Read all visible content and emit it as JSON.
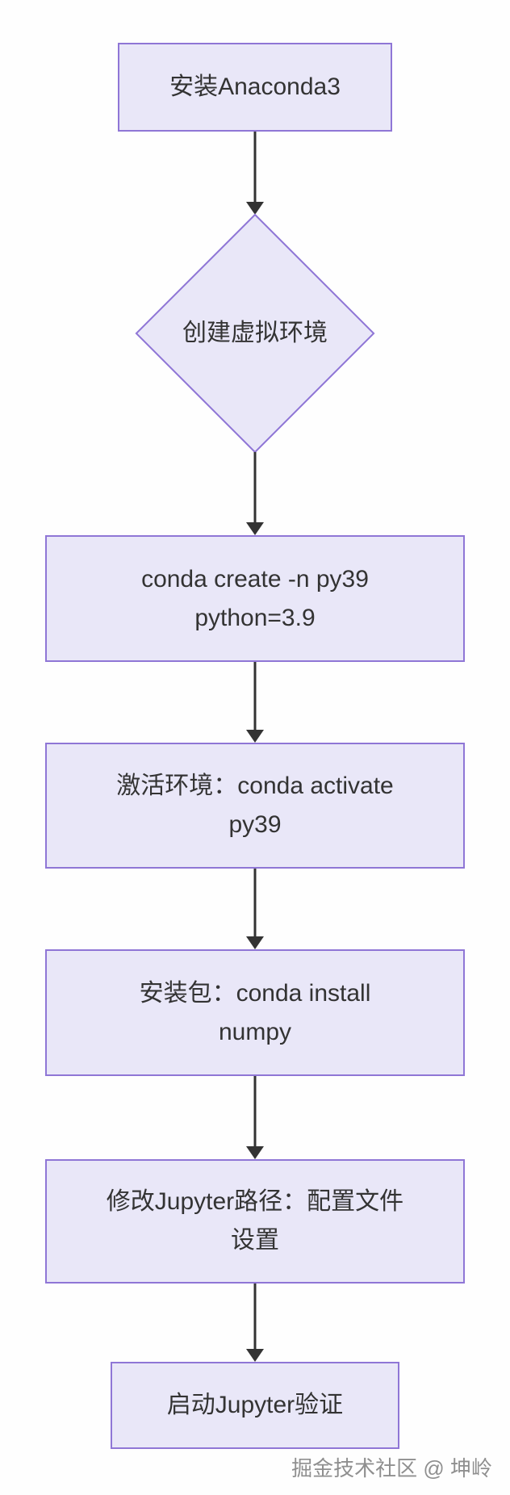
{
  "flowchart": {
    "nodes": [
      {
        "id": "install-anaconda3",
        "shape": "rect",
        "label": "安装Anaconda3",
        "lines": [
          "安装Anaconda3"
        ]
      },
      {
        "id": "create-venv",
        "shape": "diamond",
        "label": "创建虚拟环境",
        "lines": [
          "创建虚拟环境"
        ]
      },
      {
        "id": "conda-create",
        "shape": "rect",
        "label": "conda create -n py39 python=3.9",
        "lines": [
          "conda create -n py39",
          "python=3.9"
        ]
      },
      {
        "id": "activate-env",
        "shape": "rect",
        "label": "激活环境：conda activate py39",
        "lines": [
          "激活环境：conda activate",
          "py39"
        ]
      },
      {
        "id": "install-package",
        "shape": "rect",
        "label": "安装包：conda install numpy",
        "lines": [
          "安装包：conda install",
          "numpy"
        ]
      },
      {
        "id": "modify-jupyter-path",
        "shape": "rect",
        "label": "修改Jupyter路径：配置文件设置",
        "lines": [
          "修改Jupyter路径：配置文件",
          "设置"
        ]
      },
      {
        "id": "start-jupyter",
        "shape": "rect",
        "label": "启动Jupyter验证",
        "lines": [
          "启动Jupyter验证"
        ]
      }
    ],
    "edges": [
      {
        "from": "install-anaconda3",
        "to": "create-venv"
      },
      {
        "from": "create-venv",
        "to": "conda-create"
      },
      {
        "from": "conda-create",
        "to": "activate-env"
      },
      {
        "from": "activate-env",
        "to": "install-package"
      },
      {
        "from": "install-package",
        "to": "modify-jupyter-path"
      },
      {
        "from": "modify-jupyter-path",
        "to": "start-jupyter"
      }
    ],
    "colors": {
      "node_fill": "#e9e7f8",
      "node_border": "#8f76d6",
      "arrow": "#333333",
      "text": "#333333",
      "background": "#fefefe"
    }
  },
  "watermark": {
    "text": "掘金技术社区 @ 坤岭",
    "color": "#8f8f8f"
  }
}
